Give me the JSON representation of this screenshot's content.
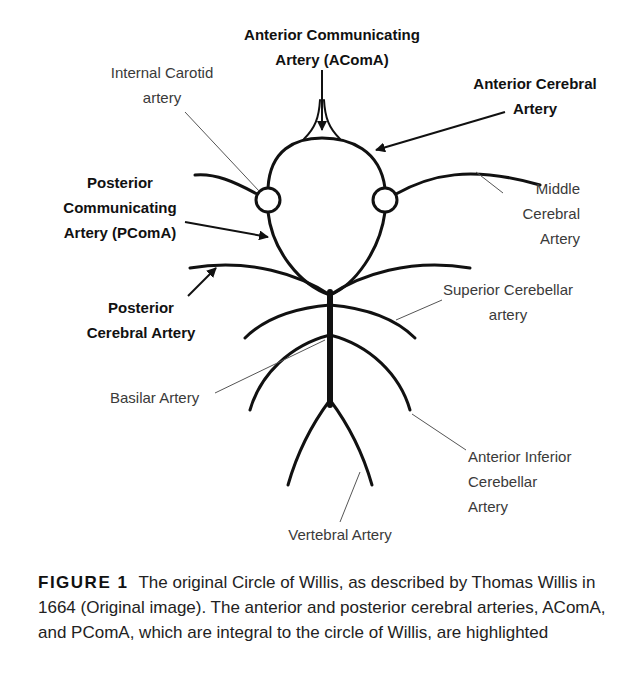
{
  "diagram": {
    "caption": "The original Circle of Willis, as described by Thomas Willis in 1664 (Original image). The anterior and posterior cerebral arteries, AComA, and PComA, which are integral to the circle of Willis, are highlighted",
    "labels": [
      "Anterior Communicating Artery (AComA)",
      "Internal Carotid artery",
      "Anterior Cerebral Artery",
      "Posterior Communicating Artery (PComA)",
      "Middle Cerebral Artery",
      "Superior Cerebellar artery",
      "Posterior Cerebral Artery",
      "Basilar Artery",
      "Anterior Inferior Cerebellar Artery",
      "Vertebral Artery",
      "FIGURE 1"
    ]
  }
}
